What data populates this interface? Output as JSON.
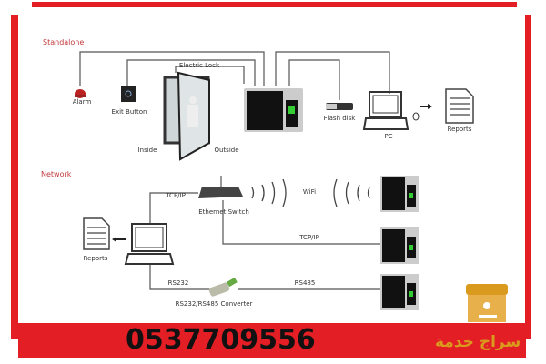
{
  "colors": {
    "frame": "#e31e24",
    "accent": "#c0393b",
    "logo": "#d99a1e"
  },
  "standalone": {
    "title": "Standalone",
    "alarm": "Alarm",
    "exit_button": "Exit Button",
    "electric_lock": "Electric Lock",
    "inside": "Inside",
    "outside": "Outside",
    "flash_disk": "Flash disk",
    "pc": "PC",
    "reports": "Reports"
  },
  "network": {
    "title": "Network",
    "tcpip_1": "TCP/IP",
    "ethernet_switch": "Ethernet Switch",
    "wifi": "WiFi",
    "tcpip_2": "TCP/IP",
    "rs232": "RS232",
    "rs485": "RS485",
    "converter": "RS232/RS485 Converter",
    "reports": "Reports"
  },
  "footer": {
    "phone": "0537709556",
    "logo_text": "سراج خدمة"
  }
}
